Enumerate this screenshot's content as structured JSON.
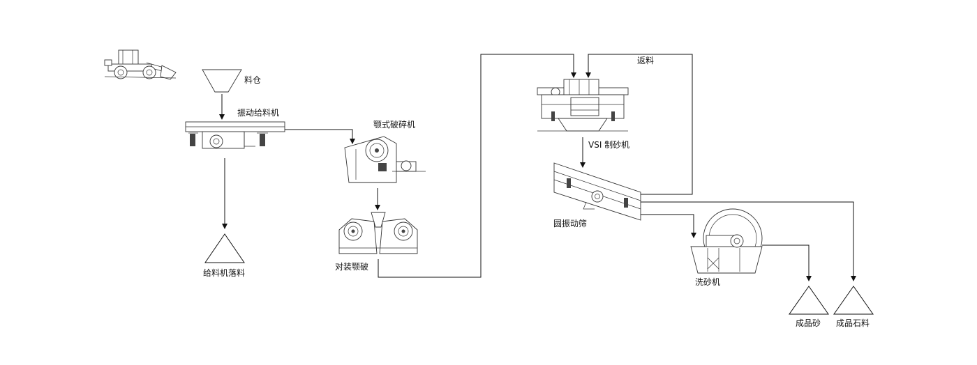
{
  "labels": {
    "silo": "料仓",
    "vibrating_feeder": "振动给料机",
    "jaw_crusher": "颚式破碎机",
    "feeder_discharge": "给料机落料",
    "paired_jaw": "对装颚破",
    "return_material": "返料",
    "vsi": "VSI 制砂机",
    "circular_screen": "圆振动筛",
    "sand_washer": "洗砂机",
    "finished_sand": "成品砂",
    "finished_stone": "成品石料"
  },
  "colors": {
    "line": "#111111",
    "background": "#ffffff"
  }
}
